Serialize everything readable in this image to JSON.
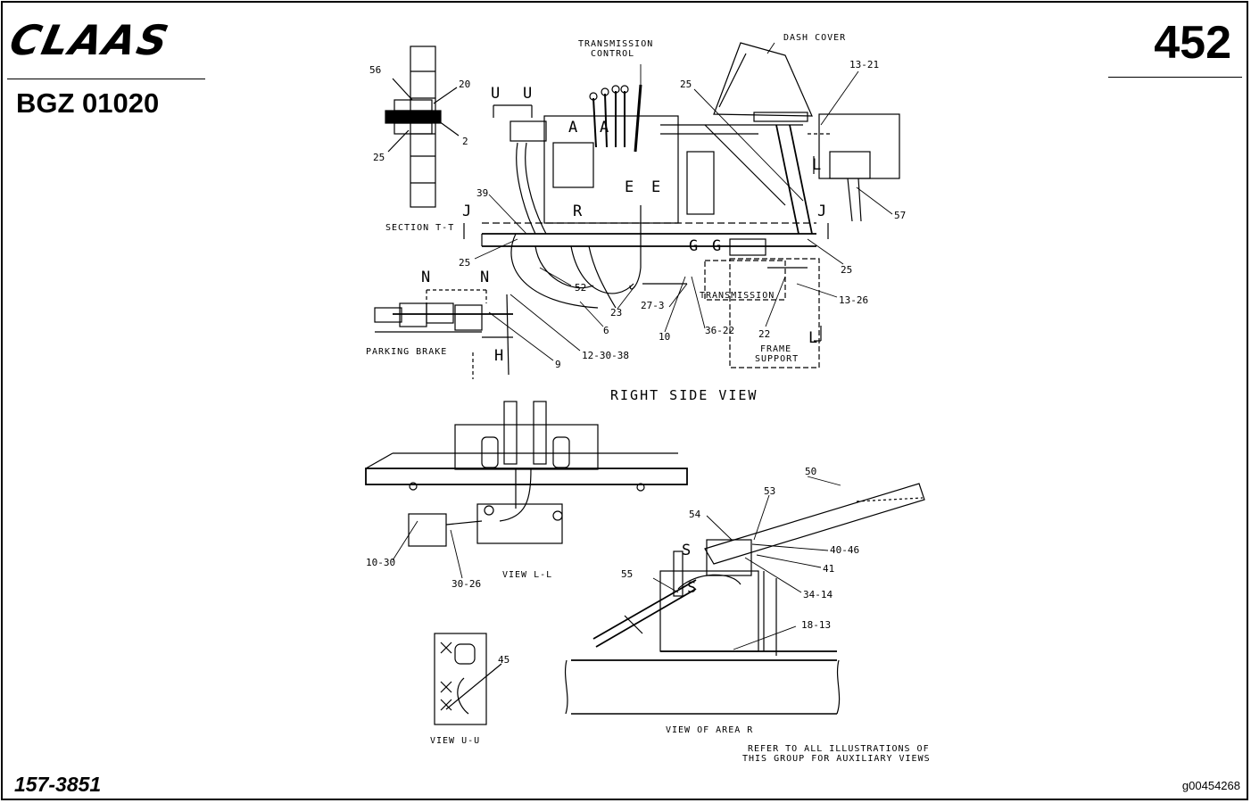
{
  "header": {
    "brand": "CLAAS",
    "model": "BGZ 01020",
    "page_number": "452"
  },
  "footer": {
    "part_number": "157-3851",
    "image_id": "g00454268",
    "note_line1": "REFER TO ALL ILLUSTRATIONS OF",
    "note_line2": "THIS GROUP FOR AUXILIARY VIEWS"
  },
  "captions": {
    "transmission_control_1": "TRANSMISSION",
    "transmission_control_2": "CONTROL",
    "dash_cover": "DASH COVER",
    "section": "SECTION T-T",
    "parking_brake": "PARKING BRAKE",
    "transmission": "TRANSMISSION",
    "frame_support_1": "FRAME",
    "frame_support_2": "SUPPORT",
    "right_side_view": "RIGHT SIDE VIEW",
    "view_ll": "VIEW L-L",
    "view_uu": "VIEW U-U",
    "view_area_r": "VIEW OF AREA R"
  },
  "view_letters": {
    "u1": "U",
    "u2": "U",
    "a1": "A",
    "a2": "A",
    "e1": "E",
    "e2": "E",
    "r": "R",
    "j1": "J",
    "j2": "J",
    "n1": "N",
    "n2": "N",
    "h": "H",
    "g1": "G",
    "g2": "G",
    "l1": "L",
    "l2": "L",
    "s1": "S",
    "s2": "S"
  },
  "callouts": {
    "c56": "56",
    "c20": "20",
    "c2": "2",
    "c25a": "25",
    "c25b": "25",
    "c25c": "25",
    "c25d": "25",
    "c39": "39",
    "c52": "52",
    "c6": "6",
    "c9": "9",
    "c12_30_38": "12-30-38",
    "c23": "23",
    "c27_3": "27-3",
    "c10": "10",
    "c36_22": "36-22",
    "c22": "22",
    "c13_26": "13-26",
    "c13_21": "13-21",
    "c57": "57",
    "c10_30": "10-30",
    "c30_26": "30-26",
    "c45": "45",
    "c50": "50",
    "c53": "53",
    "c54": "54",
    "c40_46": "40-46",
    "c41": "41",
    "c55": "55",
    "c34_14": "34-14",
    "c18_13": "18-13"
  }
}
